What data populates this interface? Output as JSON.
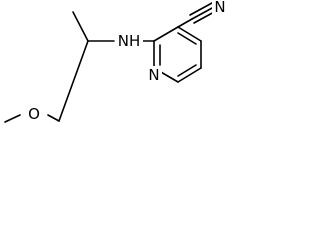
{
  "molecule": {
    "atoms": {
      "methyl_O": "O",
      "amine_N": "NH",
      "pyridine_N": "N",
      "nitrile_N": "N"
    }
  }
}
